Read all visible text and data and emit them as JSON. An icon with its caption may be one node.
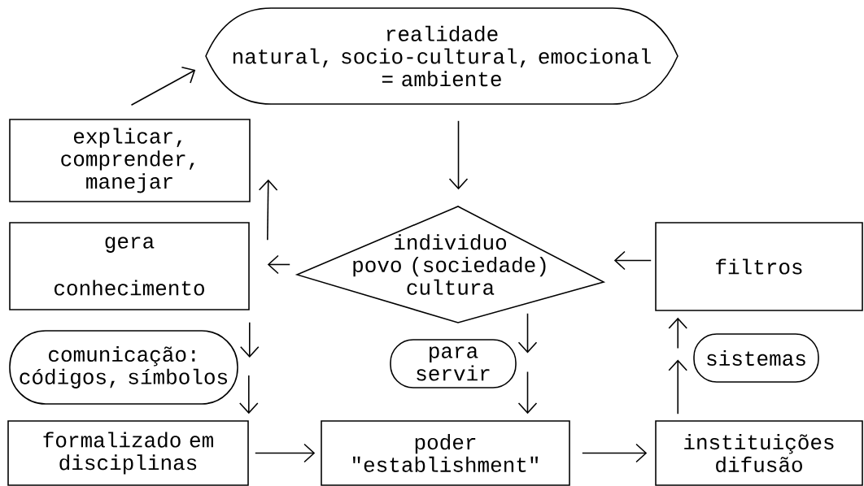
{
  "diagram": {
    "nodes": [
      {
        "text": [
          "realidade",
          "natural, socio-cultural, emocional",
          "= ambiente"
        ]
      },
      {
        "text": [
          "explicar, comprender, manejar"
        ]
      },
      {
        "text": [
          "gera",
          "conhecimento"
        ]
      },
      {
        "text": [
          "individuo",
          "povo (sociedade)",
          "cultura"
        ]
      },
      {
        "text": [
          "filtros"
        ]
      },
      {
        "text": [
          "comunicação: códigos, símbolos"
        ]
      },
      {
        "text": [
          "para servir"
        ]
      },
      {
        "text": [
          "sistemas"
        ]
      },
      {
        "text": [
          "formalizado em disciplinas"
        ]
      },
      {
        "text": [
          "poder \"establishment\""
        ]
      },
      {
        "text": [
          "instituições difusão"
        ]
      }
    ],
    "edges": [
      {
        "from": 0,
        "to": 3,
        "arrow": "to"
      },
      {
        "from": 3,
        "to": 2,
        "arrow": "to"
      },
      {
        "from": 4,
        "to": 3,
        "arrow": "to"
      },
      {
        "from": 2,
        "to": 1,
        "arrow": "to"
      },
      {
        "from": 1,
        "to": 0,
        "arrow": "to"
      },
      {
        "from": 2,
        "to": 5,
        "arrow": "to"
      },
      {
        "from": 5,
        "to": 8,
        "arrow": "to"
      },
      {
        "from": 3,
        "to": 6,
        "arrow": "to"
      },
      {
        "from": 6,
        "to": 9,
        "arrow": "to"
      },
      {
        "from": 8,
        "to": 9,
        "arrow": "to"
      },
      {
        "from": 9,
        "to": 10,
        "arrow": "to"
      },
      {
        "from": 10,
        "to": 7,
        "arrow": "to"
      },
      {
        "from": 7,
        "to": 4,
        "arrow": "to"
      }
    ]
  }
}
